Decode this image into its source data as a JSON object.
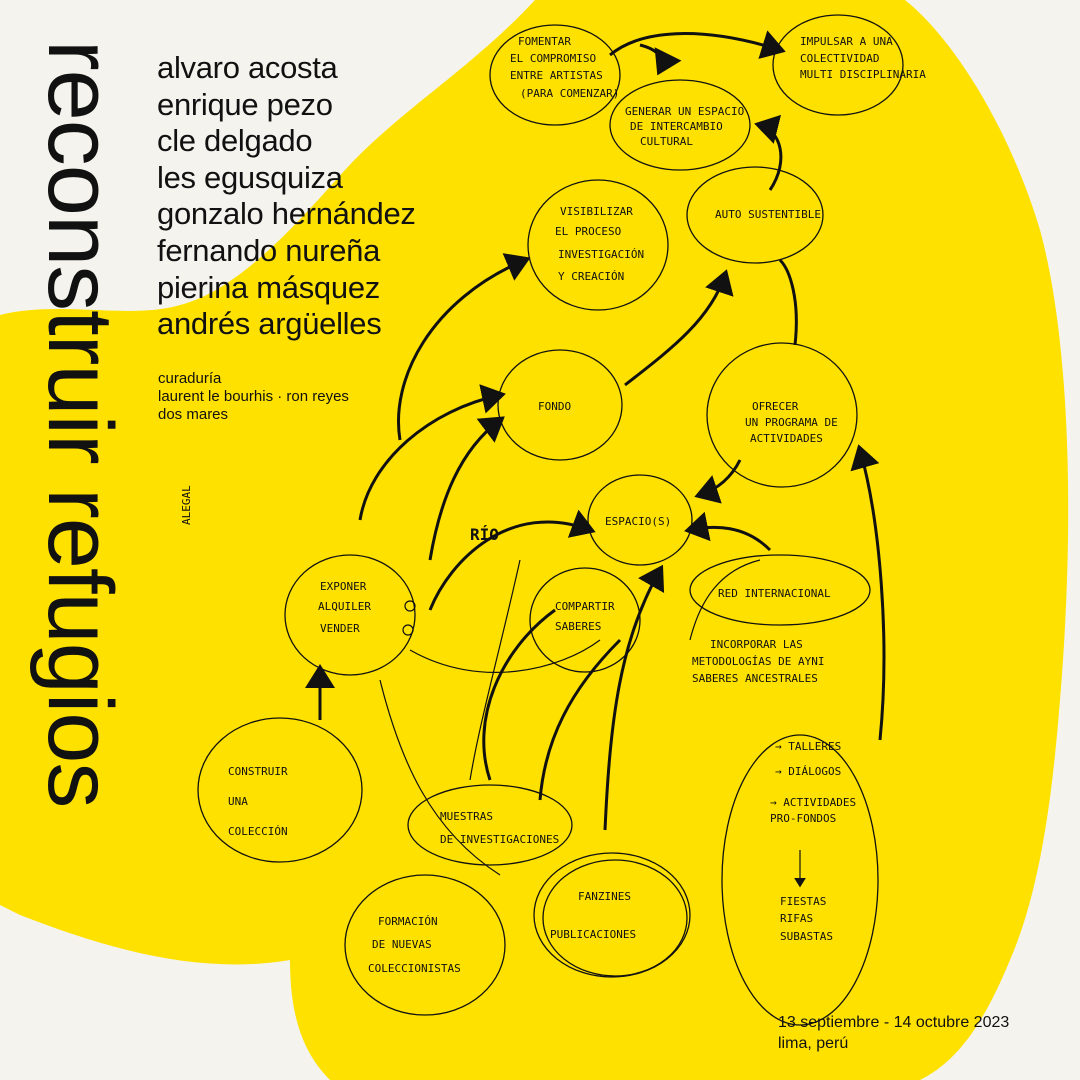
{
  "title": "reconstruir refugios",
  "artists": [
    "alvaro acosta",
    "enrique pezo",
    "cle delgado",
    "les egusquiza",
    "gonzalo hernández",
    "fernando nureña",
    "pierina másquez",
    "andrés argüelles"
  ],
  "curation": {
    "label": "curaduría",
    "names": "laurent le bourhis · ron reyes",
    "org": "dos mares"
  },
  "signature": "ALEGAL",
  "dates": {
    "range": "13 septiembre - 14 octubre 2023",
    "place": "lima, perú"
  },
  "colors": {
    "yellow": "#ffe100",
    "paper": "#f4f3ee",
    "ink": "#111111"
  },
  "diagram": {
    "center": "RÍO",
    "nodes": {
      "fomentar": [
        "FOMENTAR",
        "EL COMPROMISO",
        "ENTRE ARTISTAS",
        "(PARA COMENZAR)"
      ],
      "impulsar": [
        "IMPULSAR A UNA",
        "COLECTIVIDAD",
        "MULTI DISCIPLINARIA"
      ],
      "generar": [
        "GENERAR UN ESPACIO",
        "DE INTERCAMBIO",
        "CULTURAL"
      ],
      "visibilizar": [
        "VISIBILIZAR",
        "EL PROCESO",
        "INVESTIGACIÓN",
        "Y CREACIÓN"
      ],
      "autosustentable": [
        "AUTO SUSTENTIBLE"
      ],
      "fondo": [
        "FONDO"
      ],
      "ofrecer": [
        "OFRECER",
        "UN PROGRAMA DE",
        "ACTIVIDADES"
      ],
      "espacio": [
        "ESPACIO(S)"
      ],
      "exponer": [
        "EXPONER",
        "ALQUILER",
        "VENDER"
      ],
      "compartir": [
        "COMPARTIR",
        "SABERES"
      ],
      "red": [
        "RED INTERNACIONAL"
      ],
      "incorporar": [
        "INCORPORAR LAS",
        "METODOLOGÍAS DE AYNI",
        "SABERES ANCESTRALES"
      ],
      "construir": [
        "CONSTRUIR",
        "UNA",
        "COLECCIÓN"
      ],
      "muestras": [
        "MUESTRAS",
        "DE INVESTIGACIONES"
      ],
      "fanzines": [
        "FANZINES",
        "PUBLICACIONES"
      ],
      "formacion": [
        "FORMACIÓN",
        "DE NUEVAS",
        "COLECCIONISTAS"
      ],
      "actividades": [
        "→ TALLERES",
        "→ DIÁLOGOS",
        "→ ACTIVIDADES",
        "PRO-FONDOS",
        "FIESTAS",
        "RIFAS",
        "SUBASTAS"
      ]
    }
  }
}
